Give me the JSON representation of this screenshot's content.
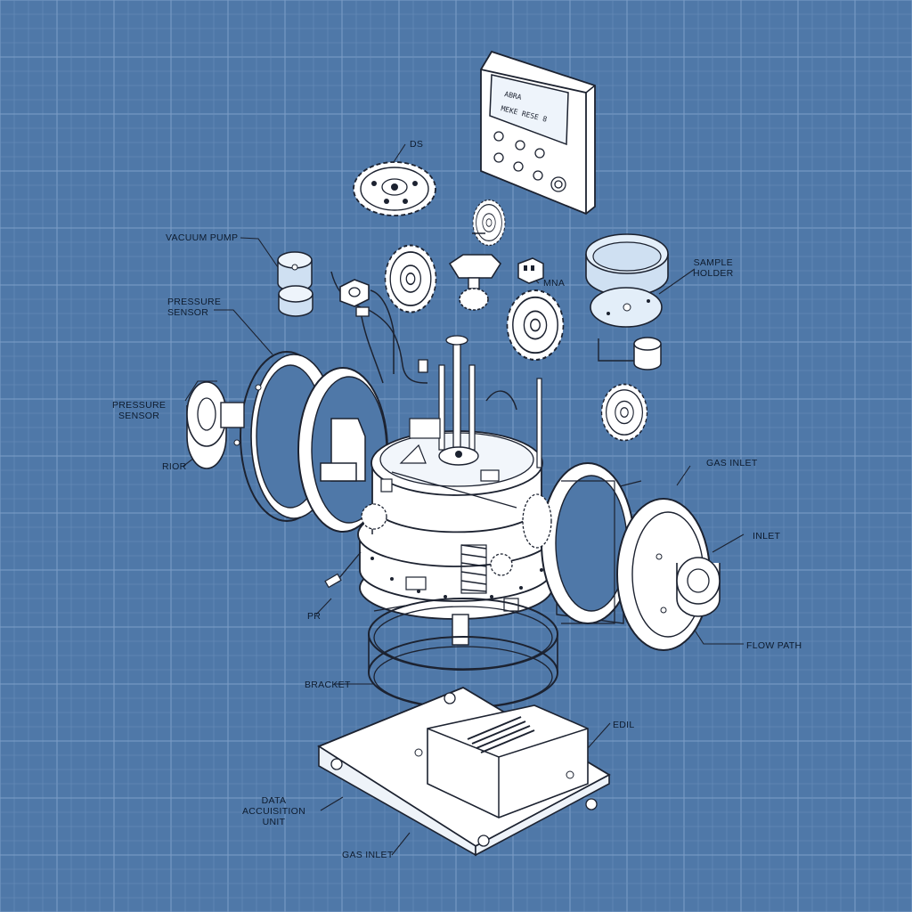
{
  "colors": {
    "background": "#4f78a8",
    "grid_minor": "#6a8fbb",
    "grid_major": "#7d9fc8",
    "part_fill": "#ffffff",
    "outline": "#1c2230",
    "glass": "#cfe0f2",
    "label_text": "#0d1b2e"
  },
  "labels": {
    "ds": "DS",
    "vacuum_pump": "VACUUM PUMP",
    "pressure_sensor_top": "PRESSURE\nSENSOR",
    "pressure_sensor_left": "PRESSURE\nSENSOR",
    "rior": "RIOR",
    "pr": "PR",
    "bracket": "BRACKET",
    "data_acquisition_unit": "DATA\nACCUISITION\nUNIT",
    "gas_inlet_bottom": "GAS INLET",
    "mna": "MNA",
    "sample_holder": "SAMPLE\nHOLDER",
    "gas_inlet_right": "GAS INLET",
    "inlet_right": "INLET",
    "flow_path": "FLOW PATH",
    "edil": "EDIL"
  },
  "control_panel": {
    "display_line_1": "ABRA",
    "display_line_2": "MEKE RESE 8"
  },
  "icons": [
    "gear-icon",
    "knob-icon",
    "vent-icon"
  ]
}
